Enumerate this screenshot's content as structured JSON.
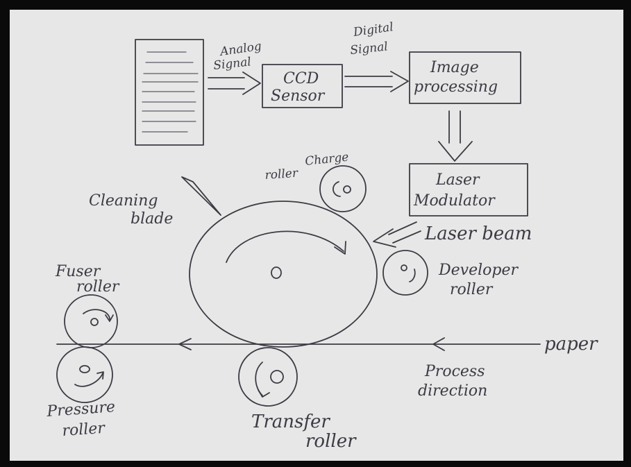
{
  "diagram": {
    "labels": {
      "analog_signal": [
        "Analog",
        "Signal"
      ],
      "digital_signal": [
        "Digital",
        "Signal"
      ],
      "ccd": [
        "CCD",
        "Sensor"
      ],
      "image_processing": [
        "Image",
        "processing"
      ],
      "laser_modulator": [
        "Laser",
        "Modulator"
      ],
      "charge_roller": [
        "Charge",
        "roller"
      ],
      "cleaning_blade": [
        "Cleaning",
        "blade"
      ],
      "laser_beam": "Laser beam",
      "developer_roller": [
        "Developer",
        "roller"
      ],
      "fuser_roller": [
        "Fuser",
        "roller"
      ],
      "pressure_roller": [
        "Pressure",
        "roller"
      ],
      "transfer_roller": [
        "Transfer",
        "roller"
      ],
      "process_direction": [
        "Process",
        "direction"
      ],
      "paper": "paper"
    },
    "colors": {
      "paper": "#e7e7e7",
      "ink": "#3b3b44",
      "frame": "#0a0a0a"
    }
  }
}
